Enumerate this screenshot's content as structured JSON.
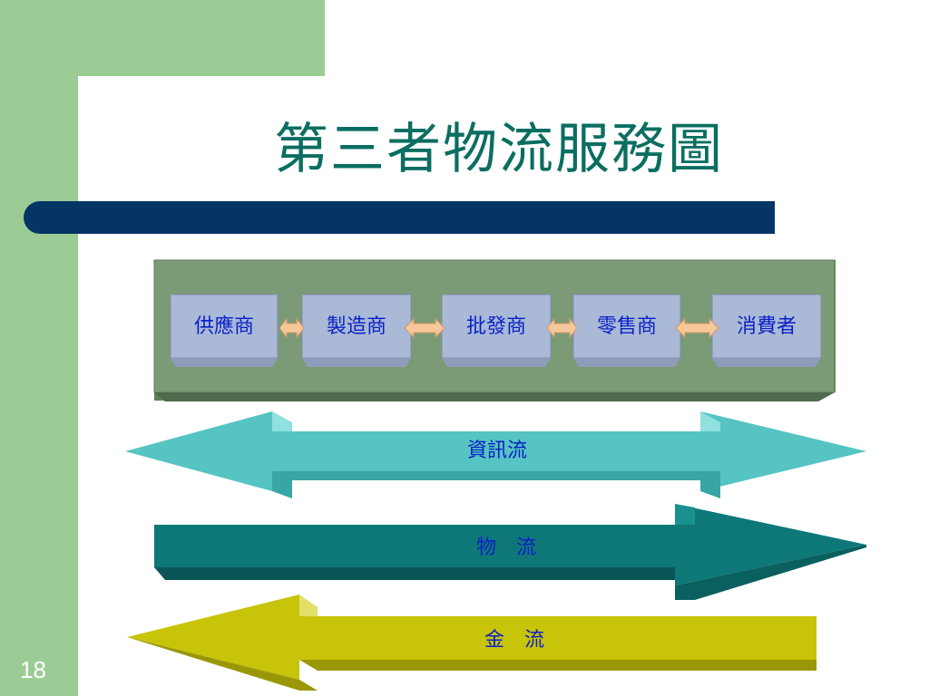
{
  "slide": {
    "title": "第三者物流服務圖",
    "page_number": "18"
  },
  "chain": {
    "nodes": [
      {
        "label": "供應商"
      },
      {
        "label": "製造商"
      },
      {
        "label": "批發商"
      },
      {
        "label": "零售商"
      },
      {
        "label": "消費者"
      }
    ]
  },
  "flows": {
    "information": "資訊流",
    "logistics": "物　流",
    "money": "金　流"
  },
  "colors": {
    "background_green": "#9ccc95",
    "title_text": "#0b6e62",
    "title_bar": "#053565",
    "chain_panel": "#7a9a75",
    "node_box": "#a7b7d4",
    "link_arrow": "#f6c79b",
    "info_flow": "#55c4c2",
    "logistics_flow": "#0e7878",
    "money_flow": "#c7c40a",
    "label_text": "#0a1fc8"
  }
}
